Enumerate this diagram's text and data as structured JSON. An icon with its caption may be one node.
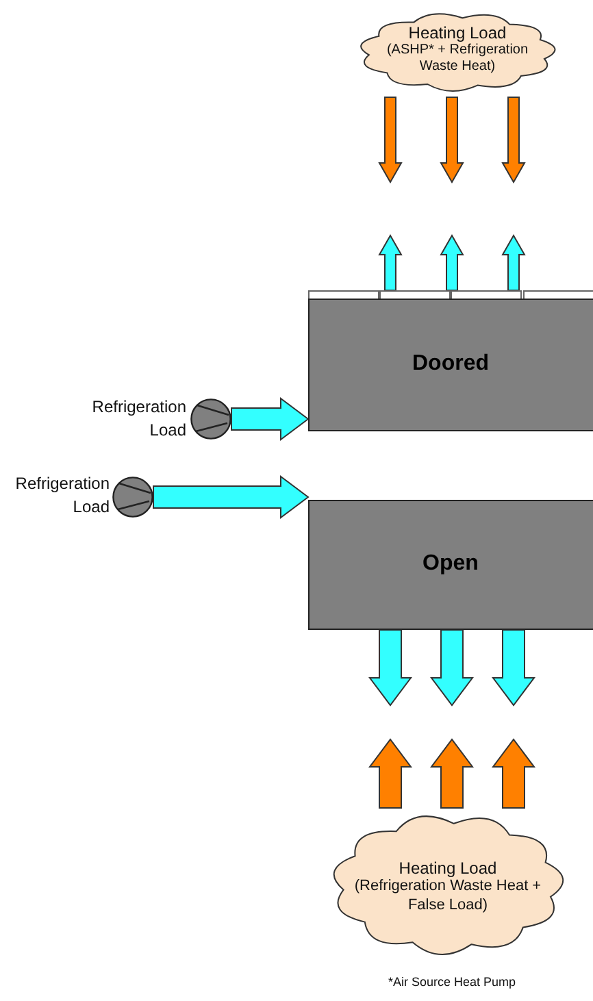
{
  "diagram": {
    "nodes": [
      {
        "text": [
          "Heating Load",
          "(ASHP* + Refrigeration Waste Heat)"
        ]
      },
      {
        "text": [
          "Doored"
        ]
      },
      {
        "text": [],
        "shape": "circle",
        "beside": [
          "Refrigeration Load"
        ]
      },
      {
        "text": [],
        "shape": "circle",
        "beside": [
          "Refrigeration Load"
        ]
      },
      {
        "text": [
          "Open"
        ]
      },
      {
        "text": [
          "Heating Load",
          "(Refrigeration Waste Heat + False Load)"
        ]
      }
    ],
    "edges": [
      {
        "from": 0,
        "to": null,
        "arrow": "to",
        "color": "#ff8000"
      },
      {
        "from": 0,
        "to": null,
        "arrow": "to",
        "color": "#ff8000"
      },
      {
        "from": 0,
        "to": null,
        "arrow": "to",
        "color": "#ff8000"
      },
      {
        "from": 1,
        "to": null,
        "arrow": "to"
      },
      {
        "from": 1,
        "to": null,
        "arrow": "to"
      },
      {
        "from": 1,
        "to": null,
        "arrow": "to"
      },
      {
        "from": 2,
        "to": 1,
        "arrow": "to"
      },
      {
        "from": 3,
        "to": 4,
        "arrow": "to"
      },
      {
        "from": 4,
        "to": null,
        "arrow": "to"
      },
      {
        "from": 4,
        "to": null,
        "arrow": "to"
      },
      {
        "from": 4,
        "to": null,
        "arrow": "to"
      },
      {
        "from": 5,
        "to": null,
        "arrow": "to",
        "color": "#ff8000"
      },
      {
        "from": 5,
        "to": null,
        "arrow": "to",
        "color": "#ff8000"
      },
      {
        "from": 5,
        "to": null,
        "arrow": "to",
        "color": "#ff8000"
      }
    ],
    "labels": [
      "*Air Source Heat Pump"
    ]
  }
}
